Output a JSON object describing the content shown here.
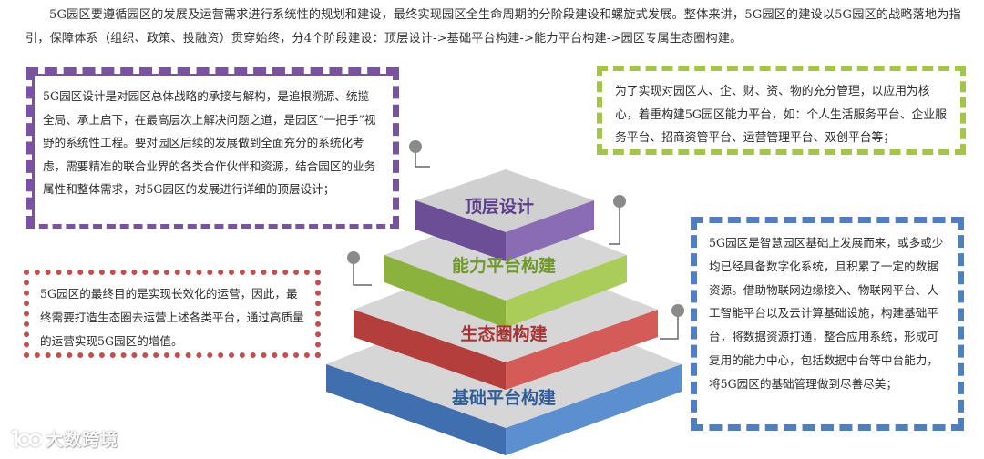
{
  "intro": "5G园区要遵循园区的发展及运营需求进行系统性的规划和建设，最终实现园区全生命周期的分阶段建设和螺旋式发展。整体来讲，5G园区的建设以5G园区的战略落地为指引，保障体系（组织、政策、投融资）贯穿始终，分4个阶段建设：顶层设计->基础平台构建->能力平台构建->园区专属生态圈构建。",
  "layers": {
    "top": "顶层设计",
    "capability": "能力平台构建",
    "ecosystem": "生态圈构建",
    "base": "基础平台构建"
  },
  "boxes": {
    "top": "5G园区设计是对园区总体战略的承接与解构，是追根溯源、统揽全局、承上启下，在最高层次上解决问题之道，是园区“一把手”视野的系统性工程。要对园区后续的发展做到全面充分的系统化考虑，需要精准的联合业界的各类合作伙伴和资源，结合园区的业务属性和整体需求，对5G园区的发展进行详细的顶层设计；",
    "capability": "为了实现对园区人、企、财、资、物的充分管理，以应用为核心，着重构建5G园区能力平台，如：个人生活服务平台、企业服务平台、招商资管平台、运营管理平台、双创平台等；",
    "ecosystem": "5G园区的最终目的是实现长效化的运营，因此，最终需要打造生态圈去运营上述各类平台，通过高质量的运营实现5G园区的增值。",
    "base": "5G园区是智慧园区基础上发展而来，或多或少均已经具备数字化系统，且积累了一定的数据资源。借助物联网边缘接入、物联网平台、人工智能平台以及云计算基础设施，构建基础平台，将数据资源打通，整合应用系统，形成可复用的能力中心，包括数据中台等中台能力，将5G园区的基础管理做到尽善尽美；"
  },
  "watermark": "大数跨境",
  "colors": {
    "purple": "#7b5da6",
    "green": "#9dc34d",
    "red": "#c9504e",
    "blue": "#4d81c0",
    "platform": "#d4d4d4"
  }
}
